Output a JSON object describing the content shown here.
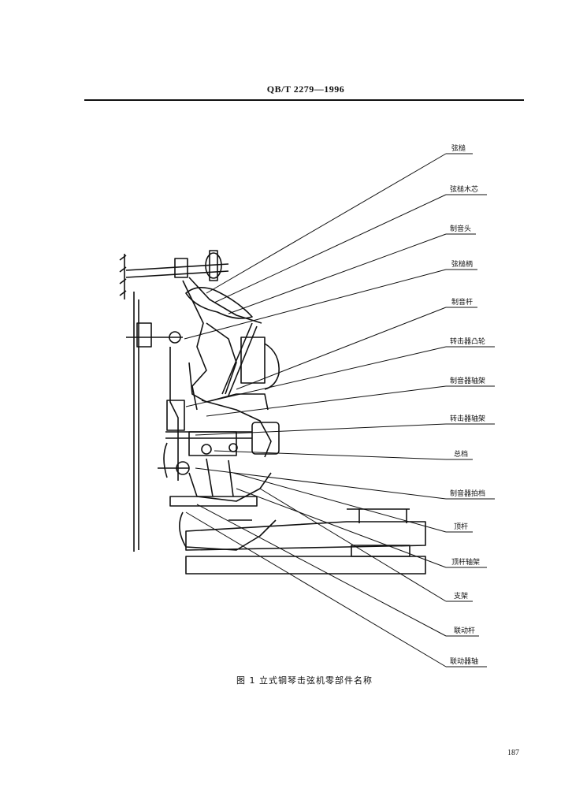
{
  "header": {
    "standard_code": "QB/T 2279—1996"
  },
  "diagram": {
    "labels": [
      "弦槌",
      "弦槌木芯",
      "制音头",
      "弦槌柄",
      "制音杆",
      "转击器凸轮",
      "制音器轴架",
      "转击器轴架",
      "总档",
      "制音器拍档",
      "顶杆",
      "顶杆轴架",
      "支架",
      "联动杆",
      "联动器轴"
    ]
  },
  "caption": "图 1    立式钢琴击弦机零部件名称",
  "page_number": "187"
}
